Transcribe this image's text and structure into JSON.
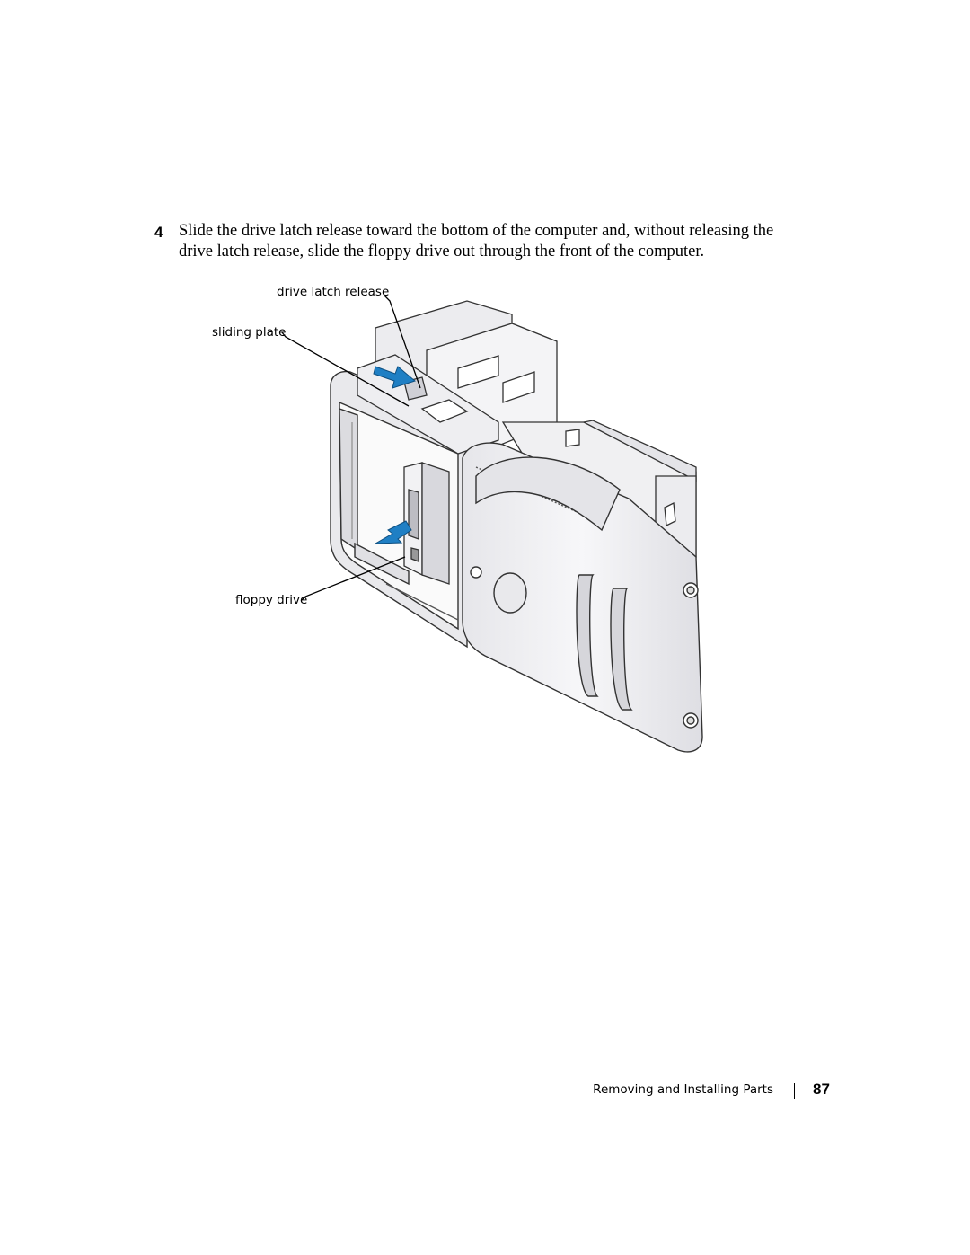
{
  "step": {
    "number": "4",
    "text": "Slide the drive latch release toward the bottom of the computer and, without releasing the drive latch release, slide the floppy drive out through the front of the computer."
  },
  "figure": {
    "callouts": {
      "drive_latch_release": "drive latch release",
      "sliding_plate": "sliding plate",
      "floppy_drive": "floppy drive"
    },
    "arrow_color": "#1f7fc4"
  },
  "footer": {
    "section_title": "Removing and Installing Parts",
    "page_number": "87"
  }
}
